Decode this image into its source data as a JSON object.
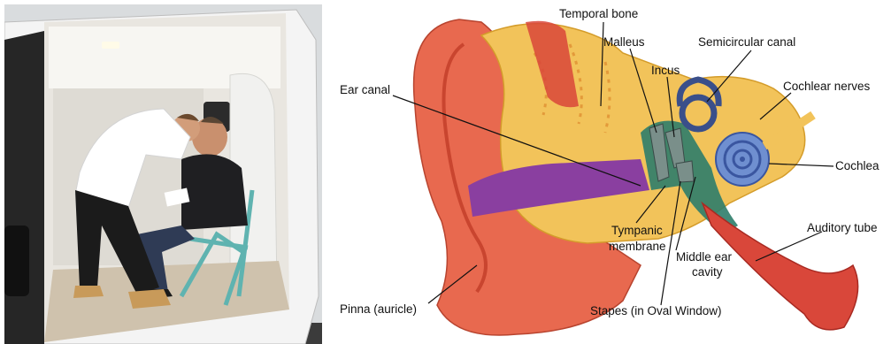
{
  "photo": {
    "scene": "van-hearing-examination-photo"
  },
  "diagram": {
    "labels": {
      "temporal_bone": "Temporal bone",
      "malleus": "Malleus",
      "semicircular_canal": "Semicircular canal",
      "incus": "Incus",
      "cochlear_nerves": "Cochlear nerves",
      "ear_canal": "Ear canal",
      "cochlea": "Cochlea",
      "auditory_tube": "Auditory tube",
      "tympanic_membrane_line1": "Tympanic",
      "tympanic_membrane_line2": "membrane",
      "middle_ear_line1": "Middle ear",
      "middle_ear_line2": "cavity",
      "pinna": "Pinna (auricle)",
      "stapes": "Stapes (in Oval Window)"
    },
    "colors": {
      "skin": "#e8694f",
      "bone": "#f2c35a",
      "canal": "#8a3fa0",
      "cochlea": "#6f8fd0",
      "middle_ear": "#2e7d6a",
      "tube": "#d9473a"
    }
  }
}
